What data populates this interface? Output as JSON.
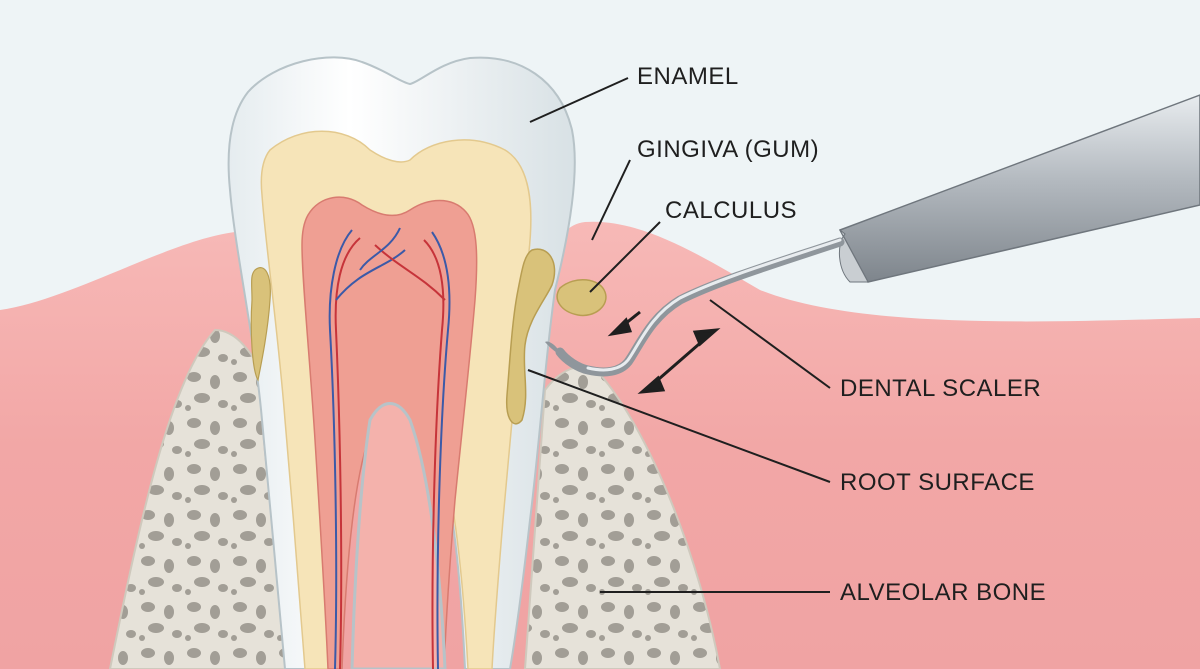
{
  "diagram": {
    "labels": {
      "enamel": "ENAMEL",
      "gingiva": "GINGIVA (GUM)",
      "calculus": "CALCULUS",
      "dental_scaler": "DENTAL SCALER",
      "root_surface": "ROOT SURFACE",
      "alveolar_bone": "ALVEOLAR BONE"
    },
    "colors": {
      "background": "#eef4f6",
      "gum": "#f2a9a9",
      "bone": "#e6e2d9",
      "bone_pores": "#9e9a92",
      "enamel": "#fbfdfd",
      "dentin": "#f6e4b8",
      "pulp": "#ef9f93",
      "calculus": "#d9c27a",
      "steel": "#b9bec3"
    }
  }
}
